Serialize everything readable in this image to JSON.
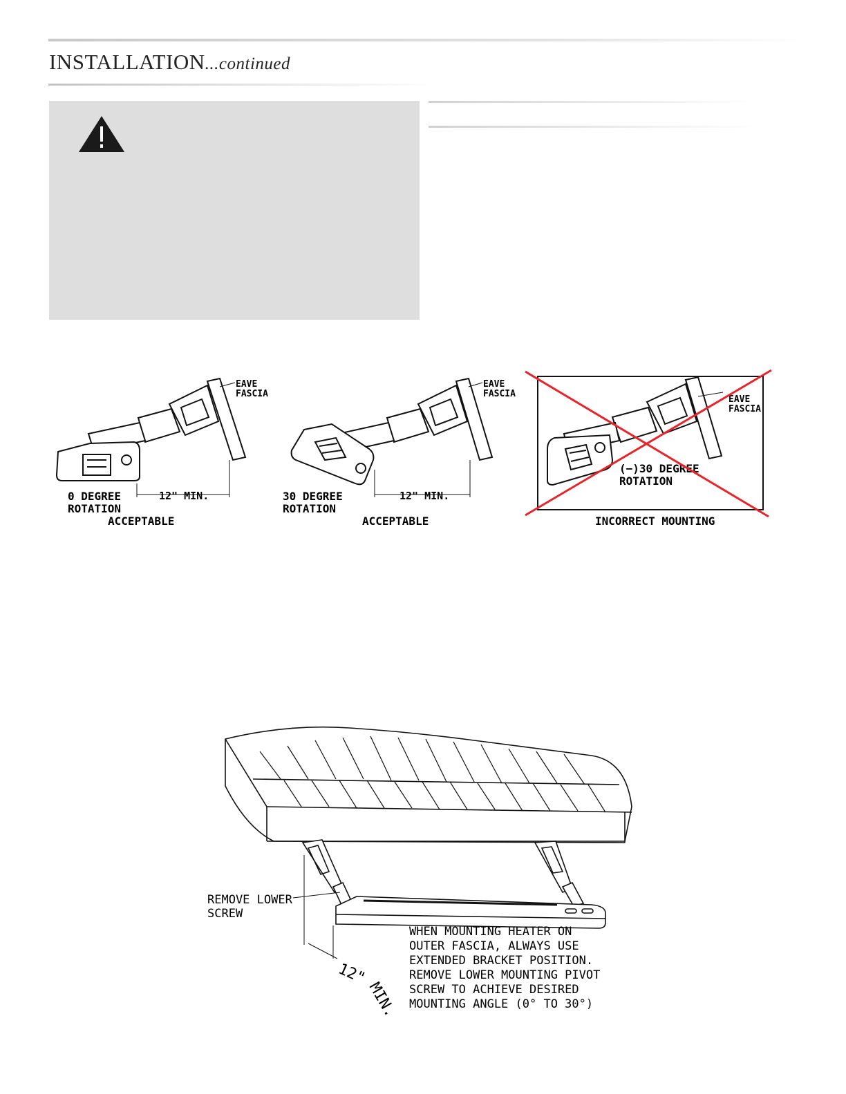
{
  "header": {
    "title": "INSTALLATION",
    "title_suffix": "...continued"
  },
  "warning": {
    "icon": "warning-triangle-icon"
  },
  "figures": {
    "fig1": {
      "fascia_label": "EAVE",
      "fascia_label2": "FASCIA",
      "clearance": "12\" MIN.",
      "rotation_line1": "0 DEGREE",
      "rotation_line2": "ROTATION",
      "verdict": "ACCEPTABLE"
    },
    "fig2": {
      "fascia_label": "EAVE",
      "fascia_label2": "FASCIA",
      "clearance": "12\" MIN.",
      "rotation_line1": "30 DEGREE",
      "rotation_line2": "ROTATION",
      "verdict": "ACCEPTABLE"
    },
    "fig3": {
      "fascia_label": "EAVE",
      "fascia_label2": "FASCIA",
      "rotation_line1": "(−)30 DEGREE",
      "rotation_line2": "ROTATION",
      "verdict": "INCORRECT MOUNTING",
      "cross_color": "#e8232a"
    },
    "fig4": {
      "callout_line1": "REMOVE LOWER",
      "callout_line2": "SCREW",
      "clearance_a": "12\"",
      "clearance_b": "MIN.",
      "note": [
        "WHEN MOUNTING HEATER ON",
        "OUTER FASCIA, ALWAYS USE",
        "EXTENDED BRACKET POSITION.",
        "REMOVE LOWER MOUNTING PIVOT",
        "SCREW TO ACHIEVE DESIRED",
        "MOUNTING ANGLE (0° TO 30°)"
      ]
    }
  }
}
